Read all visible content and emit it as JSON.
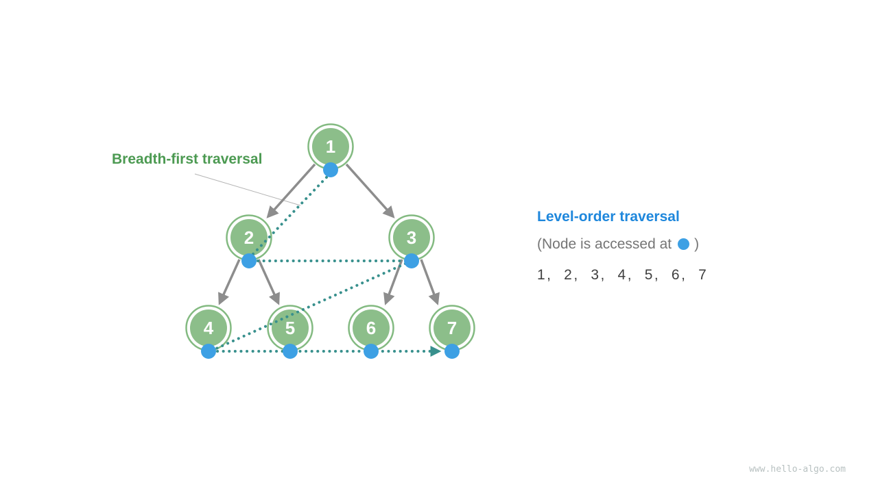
{
  "left_label": {
    "text": "Breadth-first traversal"
  },
  "legend": {
    "title": "Level-order traversal",
    "note_prefix": "(Node is accessed at",
    "note_suffix": ")",
    "sequence_text": "1,  2,  3,  4,  5,  6,  7",
    "sequence_values": [
      1,
      2,
      3,
      4,
      5,
      6,
      7
    ]
  },
  "tree": {
    "nodes": [
      {
        "value": "1"
      },
      {
        "value": "2"
      },
      {
        "value": "3"
      },
      {
        "value": "4"
      },
      {
        "value": "5"
      },
      {
        "value": "6"
      },
      {
        "value": "7"
      }
    ],
    "edges": [
      "1-2",
      "1-3",
      "2-4",
      "2-5",
      "3-6",
      "3-7"
    ],
    "traversal_order": [
      "1",
      "2",
      "3",
      "4",
      "5",
      "6",
      "7"
    ]
  },
  "watermark": {
    "text": "www.hello-algo.com"
  },
  "colors": {
    "node_fill_green": "#8cbe8a",
    "node_ring_green": "#83ba81",
    "edge_gray": "#8d8d8d",
    "traversal_teal": "#38908d",
    "access_dot_blue": "#3da0e4",
    "label_green": "#4c9a52",
    "title_blue": "#1e87dc",
    "note_gray": "#757575",
    "sequence_dark": "#3f3f3f",
    "watermark_gray": "#b8c1c1",
    "background": "#ffffff"
  }
}
